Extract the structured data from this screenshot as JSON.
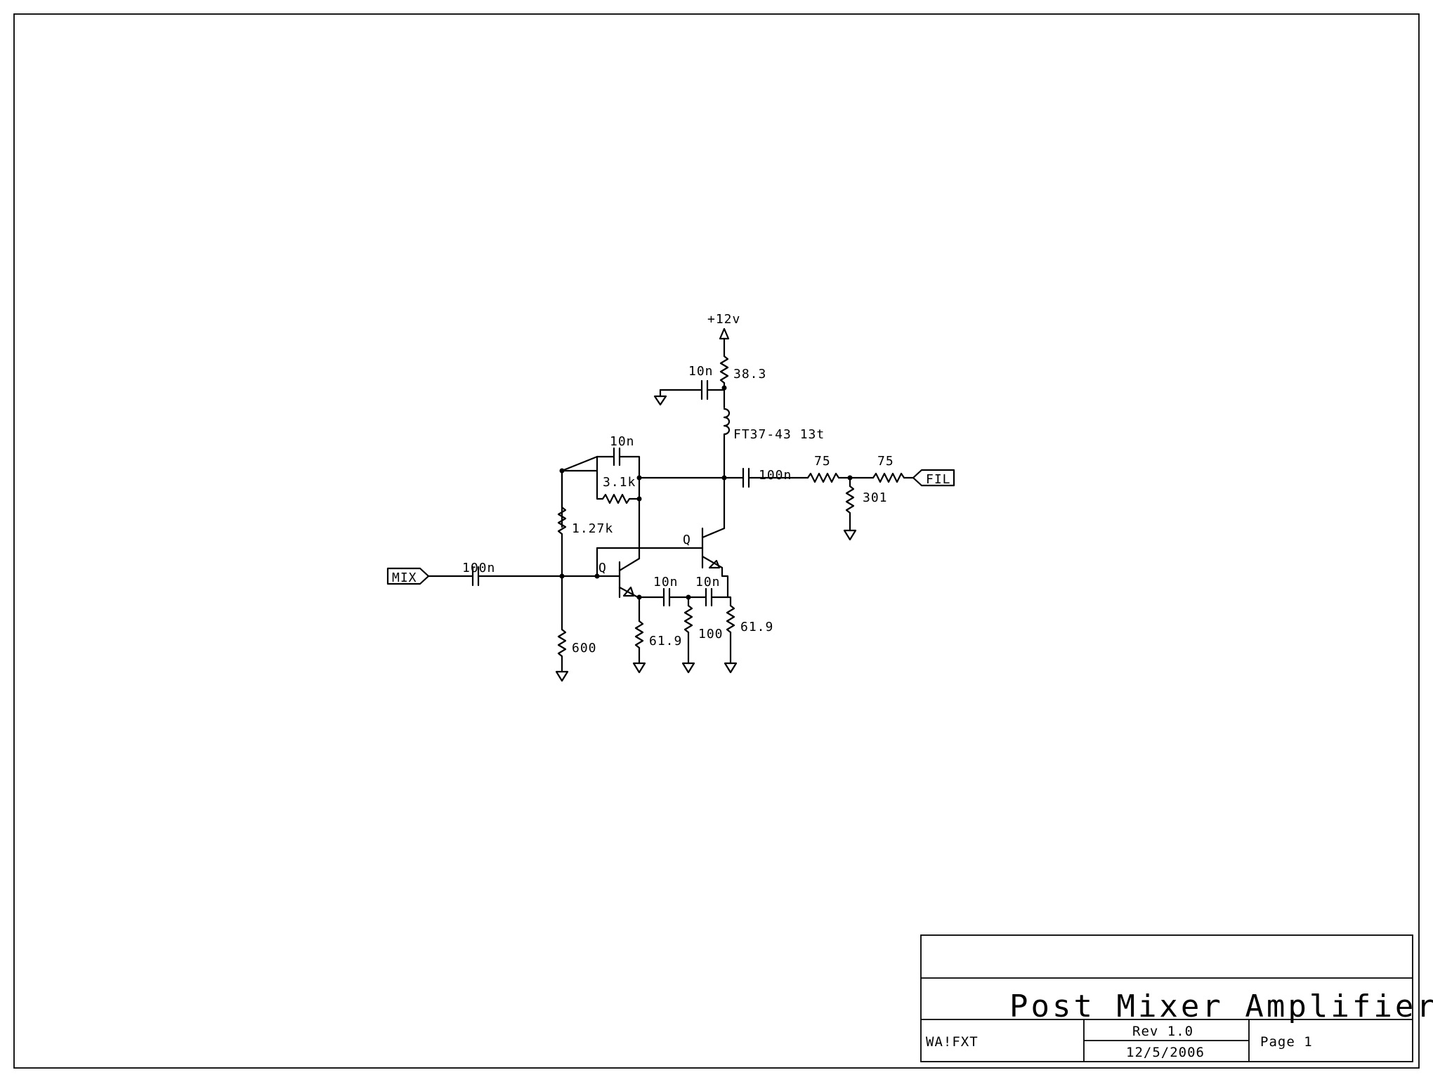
{
  "schematic": {
    "supply_label": "+12v",
    "input_port": "MIX",
    "output_port": "FIL",
    "transistor_label": "Q",
    "components": {
      "c_decouple": "10n",
      "r_supply": "38.3",
      "inductor": "FT37-43 13t",
      "c_feedback": "10n",
      "r_feedback": "3.1k",
      "c_out": "100n",
      "r_out_series": "75",
      "r_out_shunt": "301",
      "r_pad_series": "75",
      "r_bias_top": "1.27k",
      "r_bias_bottom": "600",
      "c_in": "100n",
      "c_emitter_a": "10n",
      "c_emitter_b": "10n",
      "r_emitter_1": "61.9",
      "r_emitter_mid": "100",
      "r_emitter_2": "61.9"
    }
  },
  "title_block": {
    "title": "Post Mixer Amplifier",
    "author": "WA!FXT",
    "revision": "Rev 1.0",
    "date": "12/5/2006",
    "page": "Page 1"
  }
}
